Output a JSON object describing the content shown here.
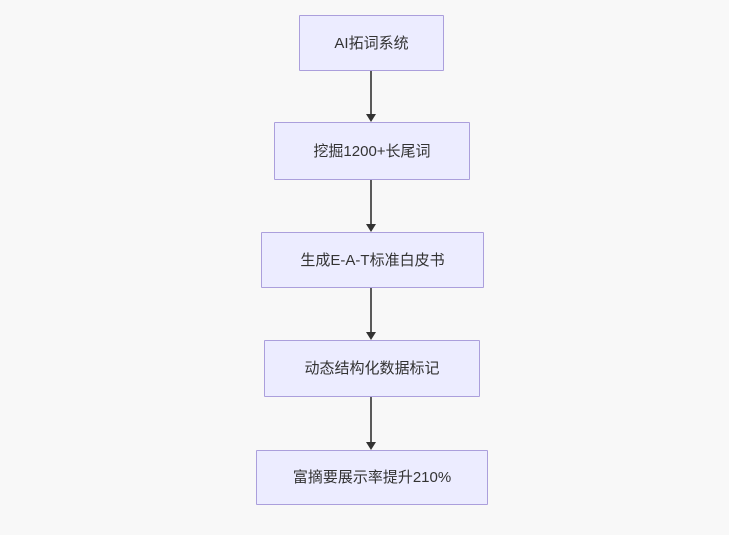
{
  "diagram": {
    "type": "flowchart",
    "direction": "top-down",
    "nodes": [
      {
        "id": "A",
        "label": "AI拓词系统"
      },
      {
        "id": "B",
        "label": "挖掘1200+长尾词"
      },
      {
        "id": "C",
        "label": "生成E-A-T标准白皮书"
      },
      {
        "id": "D",
        "label": "动态结构化数据标记"
      },
      {
        "id": "E",
        "label": "富摘要展示率提升210%"
      }
    ],
    "edges": [
      {
        "from": "A",
        "to": "B"
      },
      {
        "from": "B",
        "to": "C"
      },
      {
        "from": "C",
        "to": "D"
      },
      {
        "from": "D",
        "to": "E"
      }
    ]
  },
  "colors": {
    "background": "#f8f8f8",
    "node-fill": "#ececff",
    "node-border": "#ab9fdc",
    "node-text": "#333333",
    "arrow-line": "#5a5a5a",
    "arrow-head": "#333333"
  }
}
